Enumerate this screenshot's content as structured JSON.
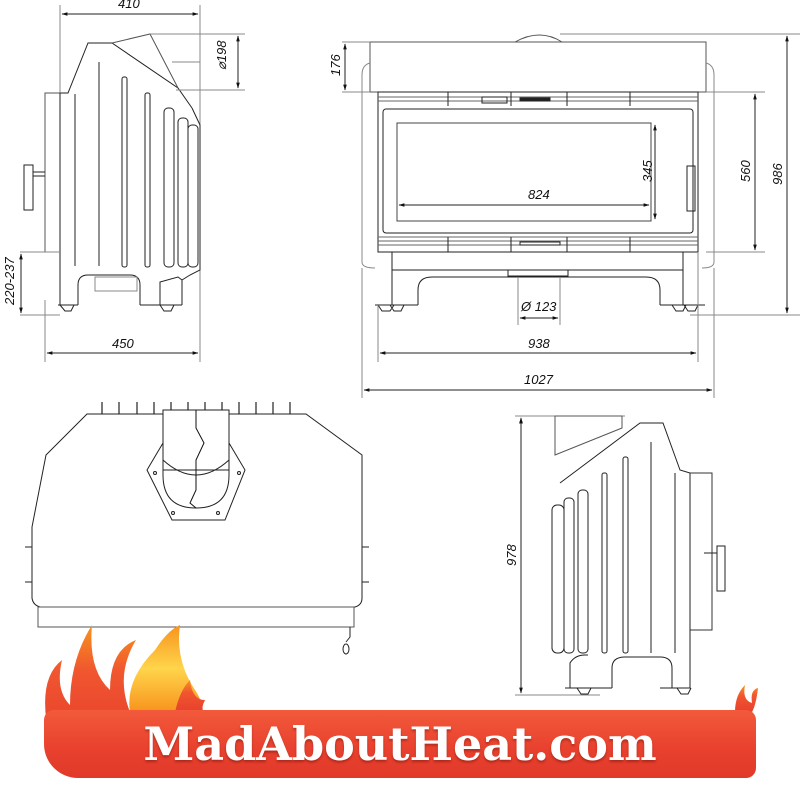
{
  "drawing": {
    "title": "Fireplace insert technical drawing",
    "views": [
      {
        "name": "side-view-left",
        "dimensions": {
          "depth_top": "410",
          "flue_diameter": "⌀198",
          "leg_height": "220-237",
          "depth_bottom": "450"
        }
      },
      {
        "name": "front-view",
        "dimensions": {
          "top_section_height": "176",
          "glass_width": "824",
          "glass_height": "345",
          "door_height": "560",
          "total_height": "986",
          "air_inlet_diameter": "Ø 123",
          "body_width": "938",
          "total_width": "1027"
        }
      },
      {
        "name": "top-view",
        "dimensions": {}
      },
      {
        "name": "side-view-right",
        "dimensions": {
          "total_height": "978"
        }
      }
    ]
  },
  "labels": {
    "d410": "410",
    "d198": "⌀198",
    "d220": "220-237",
    "d450": "450",
    "d176": "176",
    "d824": "824",
    "d345": "345",
    "d560": "560",
    "d986": "986",
    "d123": "Ø 123",
    "d938": "938",
    "d1027": "1027",
    "d978": "978"
  },
  "logo": {
    "text": "MadAbout Heat.com",
    "text_display": "MadAboutHeat.com",
    "background_color": "#e8402e",
    "flame_colors": [
      "#f0562f",
      "#f7931e",
      "#ffd54a"
    ]
  }
}
